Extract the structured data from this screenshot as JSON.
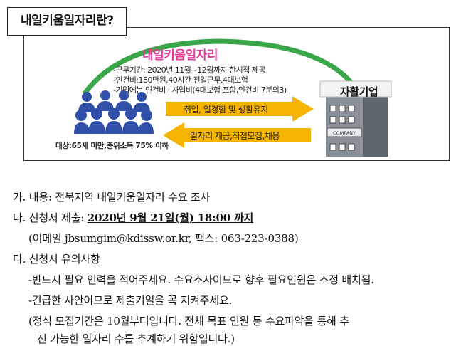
{
  "title": "내일키움일자리란?",
  "diagram": {
    "banner": "내일키움일자리",
    "details": [
      "-근무기간: 2020년 11월~12월까지 한시적 제공",
      "-인건비:180만원,40시간 전일근무,4대보험",
      "-기업에는 인건비+사업비(4대보험 포함,인건비 7분의3)"
    ],
    "arrow_right": "취업, 일경험 및 생활유지",
    "arrow_left": "일자리 제공,직접모집,채용",
    "target": "대상:65세 미만,중위소득 75% 이하",
    "company_label": "자활기업",
    "company_sign": "COMPANY"
  },
  "body": {
    "line1": "가. 내용: 전북지역 내일키움일자리 수요 조사",
    "line2_prefix": "나. 신청서 제출: ",
    "line2_deadline": "2020년 9월 21일(월) 18:00 까지",
    "line3": "(이메일 jbsumgim@kdissw.or.kr, 팩스: 063-223-0388)",
    "line4": "다. 신청시 유의사항",
    "line5": "-반드시 필요 인력을 적어주세요. 수요조사이므로 향후 필요인원은 조정 배치됨.",
    "line6": "-긴급한 사안이므로 제출기일을 꼭 지켜주세요.",
    "line7": "(정식 모집기간은 10월부터입니다. 전체 목표 인원 등 수요파악을 통해 추",
    "line8": "진 가능한 일자리 수를 추계하기 위함입니다.)"
  },
  "colors": {
    "banner_pink": "#e53a9a",
    "arc_green": "#3aa64a",
    "arrow_orange": "#f5b400",
    "people_blue": "#2f4fa8",
    "building_gray": "#7f858c"
  },
  "icons": [
    "people-group-icon",
    "company-building-icon",
    "arrow-right-icon",
    "arrow-left-icon"
  ]
}
